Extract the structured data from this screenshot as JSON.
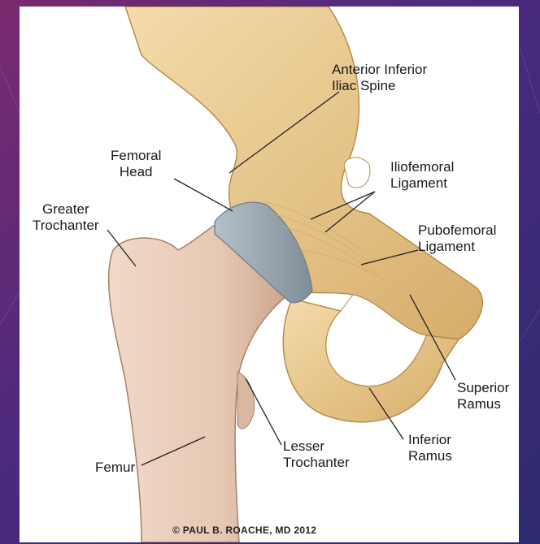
{
  "labels": {
    "anterior_inferior_iliac_spine": [
      "Anterior Inferior",
      "Iliac Spine"
    ],
    "femoral_head": [
      "Femoral",
      "Head"
    ],
    "iliofemoral_ligament": [
      "Iliofemoral",
      "Ligament"
    ],
    "greater_trochanter": [
      "Greater",
      "Trochanter"
    ],
    "pubofemoral_ligament": [
      "Pubofemoral",
      "Ligament"
    ],
    "superior_ramus": [
      "Superior",
      "Ramus"
    ],
    "inferior_ramus": [
      "Inferior",
      "Ramus"
    ],
    "lesser_trochanter": [
      "Lesser",
      "Trochanter"
    ],
    "femur": [
      "Femur"
    ]
  },
  "copyright": "© PAUL B. ROACHE, MD 2012",
  "colors": {
    "bone": "#e9cf97",
    "bone_shadow": "#c99e5e",
    "femur": "#ead0c0",
    "cartilage": "#8e9ca8",
    "leader": "#222222"
  }
}
